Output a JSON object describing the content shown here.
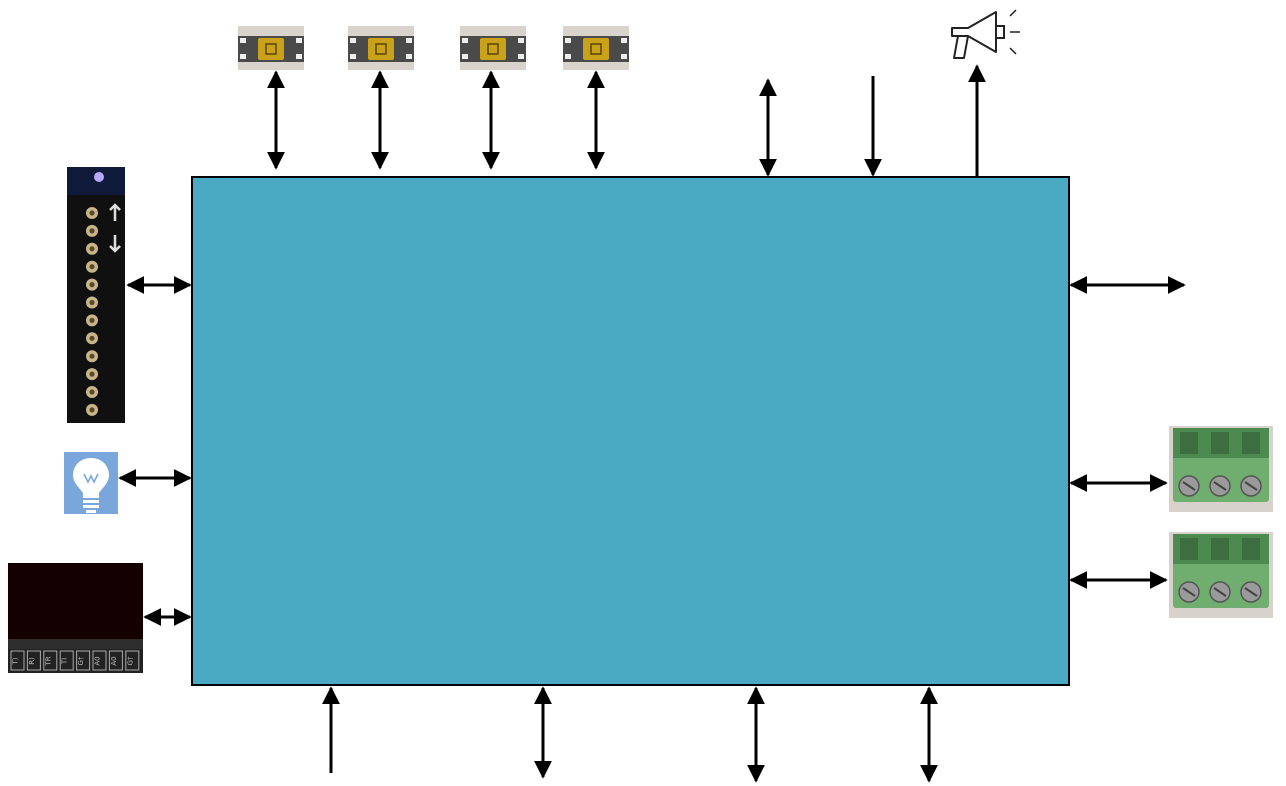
{
  "diagram": {
    "central_block": {
      "fill": "#4aaac4",
      "stroke": "#000000"
    },
    "components": {
      "tactile_buttons": {
        "count": 4,
        "icon": "tactile-button-photo",
        "colors": {
          "body": "#c9a21a",
          "base": "#4a4a4a",
          "plate": "#d8d4cc"
        }
      },
      "speaker": {
        "icon": "megaphone-icon"
      },
      "pin_header": {
        "icon": "pin-header-photo",
        "pin_count": 12,
        "colors": {
          "board": "#101010",
          "pin": "#c8b68a"
        }
      },
      "lightbulb": {
        "icon": "lightbulb-icon",
        "colors": {
          "tile": "#79a7dc"
        }
      },
      "serial_header": {
        "icon": "serial-header-photo",
        "pin_labels": [
          "T)",
          "R)",
          "TR",
          "TI",
          "G†",
          "A0",
          "A0",
          "G†"
        ]
      },
      "terminal_blocks": {
        "count": 2,
        "icon": "screw-terminal-photo",
        "colors": {
          "body": "#6fae6f"
        }
      }
    },
    "arrow_color": "#000000"
  }
}
